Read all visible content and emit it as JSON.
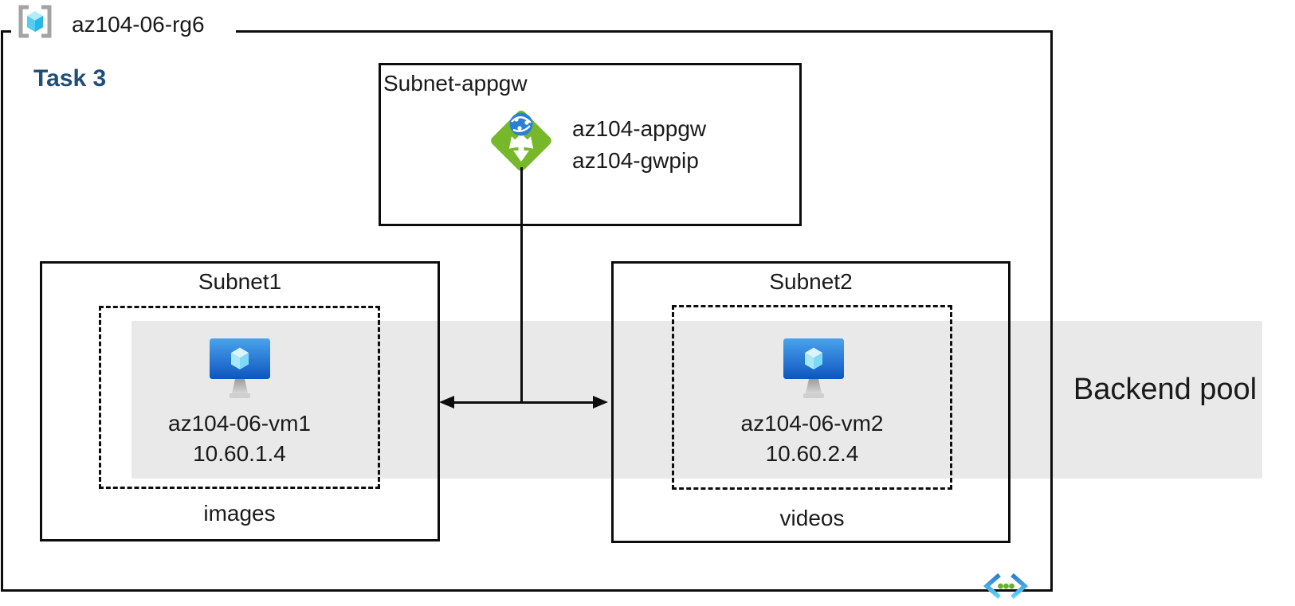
{
  "resource_group": {
    "name": "az104-06-rg6"
  },
  "task": {
    "label": "Task 3"
  },
  "appgw_subnet": {
    "title": "Subnet-appgw",
    "gateway_name": "az104-appgw",
    "gateway_pip": "az104-gwpip"
  },
  "subnet1": {
    "title": "Subnet1",
    "vm_name": "az104-06-vm1",
    "vm_ip": "10.60.1.4",
    "folder": "images"
  },
  "subnet2": {
    "title": "Subnet2",
    "vm_name": "az104-06-vm2",
    "vm_ip": "10.60.2.4",
    "folder": "videos"
  },
  "backend_pool": {
    "label": "Backend pool"
  },
  "icons": {
    "resource_group": "resource-group-icon",
    "application_gateway": "application-gateway-icon",
    "virtual_machine": "virtual-machine-icon",
    "virtual_network": "virtual-network-icon"
  },
  "colors": {
    "backend_pool_band": "#e9e9e9",
    "task_label": "#1f4e79",
    "appgw_green": "#76b82a",
    "vm_blue_dark": "#0d55c0",
    "vm_blue_light": "#4aa3ec",
    "rg_cube_cyan": "#4ec9ef",
    "vnet_dot_green": "#63b32b",
    "line": "#0d0d0d"
  }
}
